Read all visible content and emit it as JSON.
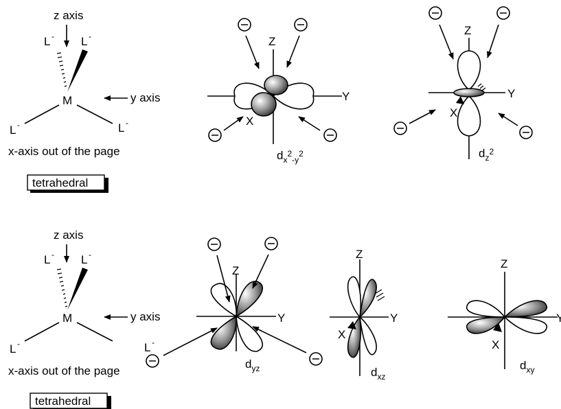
{
  "complex_top": {
    "z_axis_label": "z axis",
    "y_axis_label": "y axis",
    "ligand_label": "L",
    "ligand_charge": "-",
    "metal_label": "M",
    "x_axis_note": "x-axis out of the page",
    "geometry_label": "tetrahedral"
  },
  "complex_bottom": {
    "z_axis_label": "z axis",
    "y_axis_label": "y axis",
    "ligand_label": "L",
    "ligand_charge": "-",
    "metal_label": "M",
    "x_axis_note": "x-axis out of the page",
    "geometry_label": "tetrahedral"
  },
  "axes": {
    "x": "X",
    "y": "Y",
    "z": "Z"
  },
  "charge_symbol": "⊖",
  "orbitals": {
    "dx2y2": {
      "base": "d",
      "sub1": "x",
      "sup1": "2",
      "dash": "-y",
      "sup2": "2"
    },
    "dz2": {
      "base": "d",
      "sub": "z",
      "sup": "2"
    },
    "dyz": {
      "base": "d",
      "sub": "yz"
    },
    "dxz": {
      "base": "d",
      "sub": "xz"
    },
    "dxy": {
      "base": "d",
      "sub": "xy"
    }
  }
}
